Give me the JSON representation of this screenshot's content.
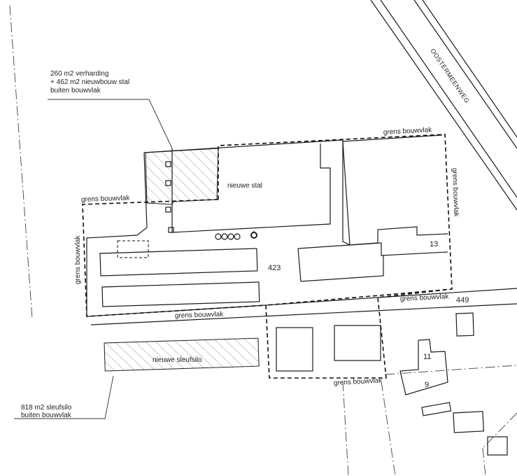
{
  "notes": {
    "verharding": [
      "260 m2 verharding",
      "+ 462 m2 nieuwbouw stal",
      "buiten bouwvlak"
    ],
    "sleufsilo_note": [
      "818 m2 sleufsilo",
      "buiten bouwvlak"
    ]
  },
  "labels": {
    "grens_bouwvlak": "grens bouwvlak",
    "nieuwe_stal": "nieuwe stal",
    "nieuwe_sleufsilo": "nieuwe sleufsilo",
    "road": "OOSTERMEENWEG"
  },
  "house_numbers": {
    "n423": "423",
    "n13": "13",
    "n449": "449",
    "n11": "11",
    "n9": "9"
  }
}
